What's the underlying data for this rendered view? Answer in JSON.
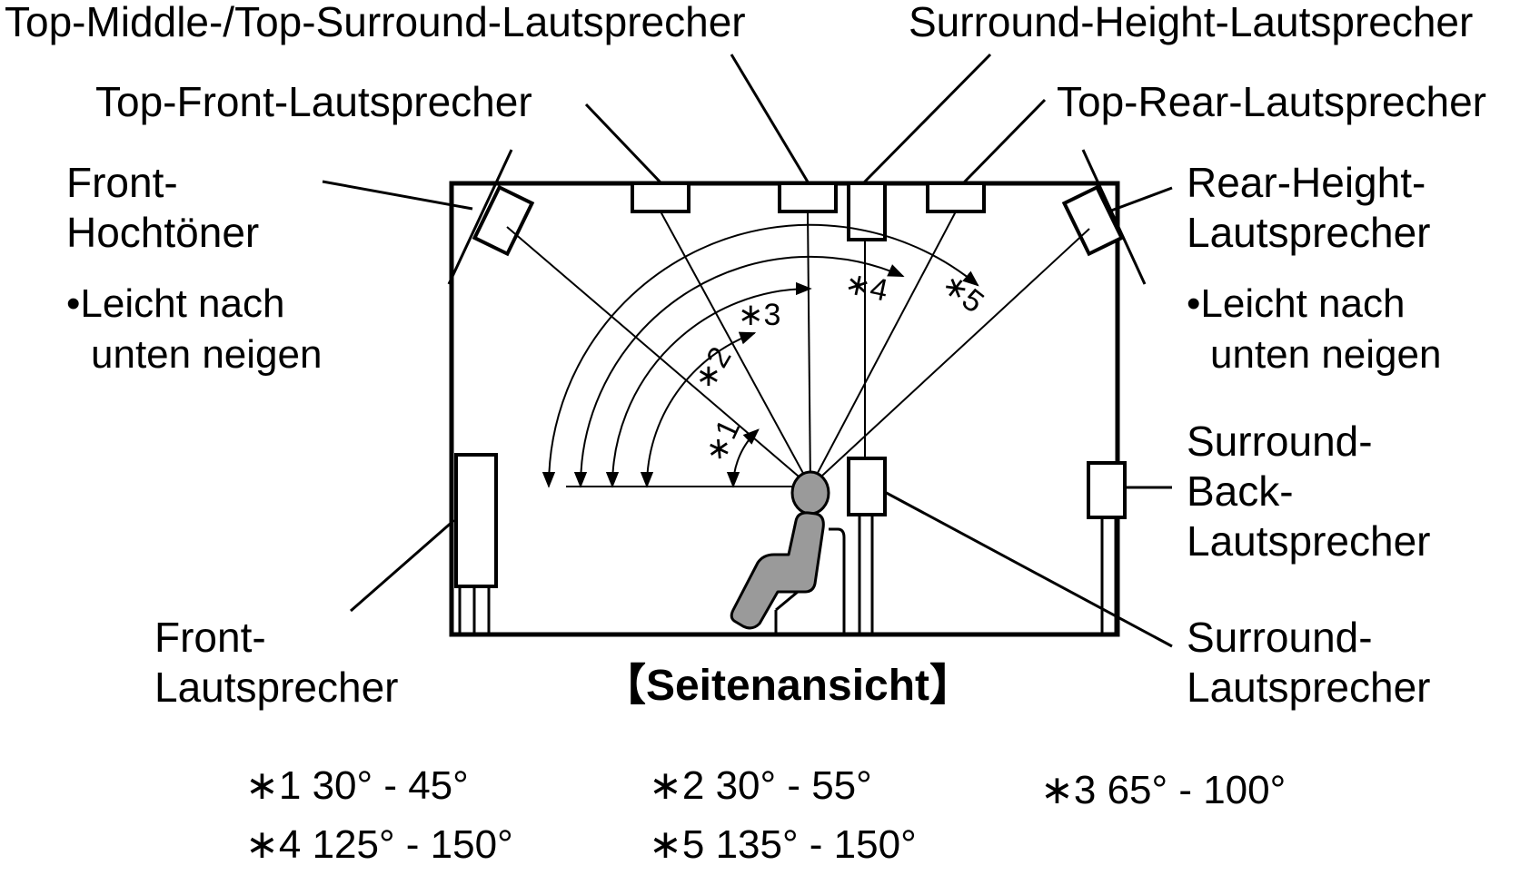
{
  "title": "【Seitenansicht】",
  "labels": {
    "top_middle": "Top-Middle-/Top-Surround-Lautsprecher",
    "surround_height": "Surround-Height-Lautsprecher",
    "top_front": "Top-Front-Lautsprecher",
    "top_rear": "Top-Rear-Lautsprecher",
    "front_height_1": "Front-",
    "front_height_2": "Hochtöner",
    "front_height_note_1": "•Leicht nach",
    "front_height_note_2": "unten neigen",
    "rear_height_1": "Rear-Height-",
    "rear_height_2": "Lautsprecher",
    "rear_height_note_1": "•Leicht nach",
    "rear_height_note_2": "unten neigen",
    "surround_back_1": "Surround-",
    "surround_back_2": "Back-",
    "surround_back_3": "Lautsprecher",
    "front_1": "Front-",
    "front_2": "Lautsprecher",
    "surround_1": "Surround-",
    "surround_2": "Lautsprecher"
  },
  "angle_marks": [
    "∗1",
    "∗2",
    "∗3",
    "∗4",
    "∗5"
  ],
  "legend": [
    "∗1 30° - 45°",
    "∗2 30° - 55°",
    "∗3 65° - 100°",
    "∗4 125° - 150°",
    "∗5 135° - 150°"
  ]
}
